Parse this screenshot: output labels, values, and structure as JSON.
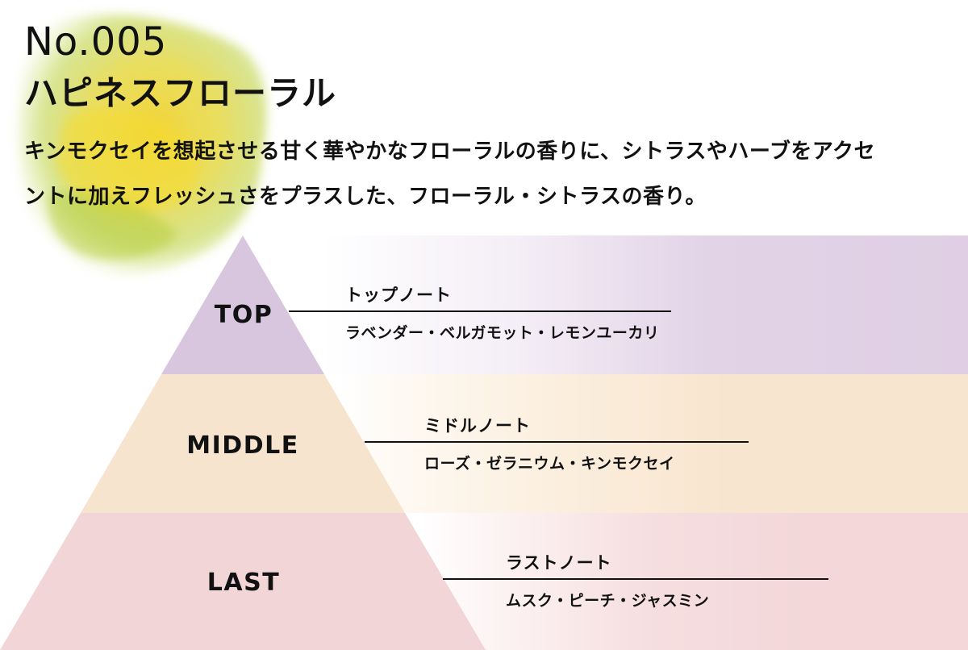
{
  "header": {
    "product_number": "No.005",
    "product_name": "ハピネスフローラル",
    "description_line1": "キンモクセイを想起させる甘く華やかなフローラルの香りに、シトラスやハーブをアクセ",
    "description_line2": "ントに加えフレッシュさをプラスした、フローラル・シトラスの香り。"
  },
  "levels": [
    {
      "label": "TOP",
      "note_name": "トップノート",
      "ingredients": "ラベンダー・ベルガモット・レモンユーカリ",
      "color": "#d8c6de"
    },
    {
      "label": "MIDDLE",
      "note_name": "ミドルノート",
      "ingredients": "ローズ・ゼラニウム・キンモクセイ",
      "color": "#f7e4cf"
    },
    {
      "label": "LAST",
      "note_name": "ラストノート",
      "ingredients": "ムスク・ピーチ・ジャスミン",
      "color": "#f2d5d7"
    }
  ],
  "colors": {
    "splash_yellow": "#f2d22c",
    "splash_green": "#b5cf3a",
    "text": "#111111"
  }
}
